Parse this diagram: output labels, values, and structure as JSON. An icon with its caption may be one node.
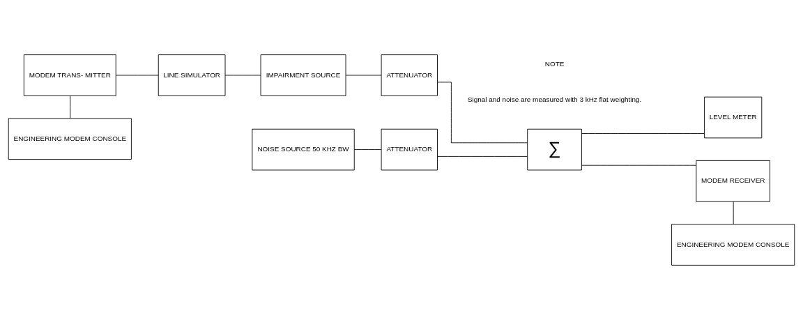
{
  "diagram": {
    "nodes": [
      {
        "text": [
          "MODEM TRANS- MITTER"
        ]
      },
      {
        "text": [
          "ENGINEERING MODEM CONSOLE"
        ]
      },
      {
        "text": [
          "LINE SIMULATOR"
        ]
      },
      {
        "text": [
          "IMPAIRMENT SOURCE"
        ]
      },
      {
        "text": [
          "NOISE SOURCE 50 KHZ BW"
        ]
      },
      {
        "text": [
          "ATTENUATOR"
        ]
      },
      {
        "text": [
          "ATTENUATOR"
        ]
      },
      {
        "text": [
          "∑"
        ]
      },
      {
        "text": [
          "LEVEL METER"
        ]
      },
      {
        "text": [
          "MODEM RECEIVER"
        ]
      },
      {
        "text": [
          "ENGINEERING MODEM CONSOLE"
        ]
      }
    ],
    "edges": [
      {
        "from": 0,
        "to": 1,
        "arrow": "none"
      },
      {
        "from": 0,
        "to": 2,
        "arrow": "none"
      },
      {
        "from": 2,
        "to": 3,
        "arrow": "none"
      },
      {
        "from": 3,
        "to": 6,
        "arrow": "none"
      },
      {
        "from": 4,
        "to": 5,
        "arrow": "none"
      },
      {
        "from": 5,
        "to": 7,
        "arrow": "none"
      },
      {
        "from": 6,
        "to": 7,
        "arrow": "none"
      },
      {
        "from": 7,
        "to": 8,
        "arrow": "none"
      },
      {
        "from": 7,
        "to": 9,
        "arrow": "none"
      },
      {
        "from": 9,
        "to": 10,
        "arrow": "none"
      }
    ],
    "labels": [
      "NOTE",
      "Signal and noise are measured with 3 kHz flat weighting."
    ]
  }
}
